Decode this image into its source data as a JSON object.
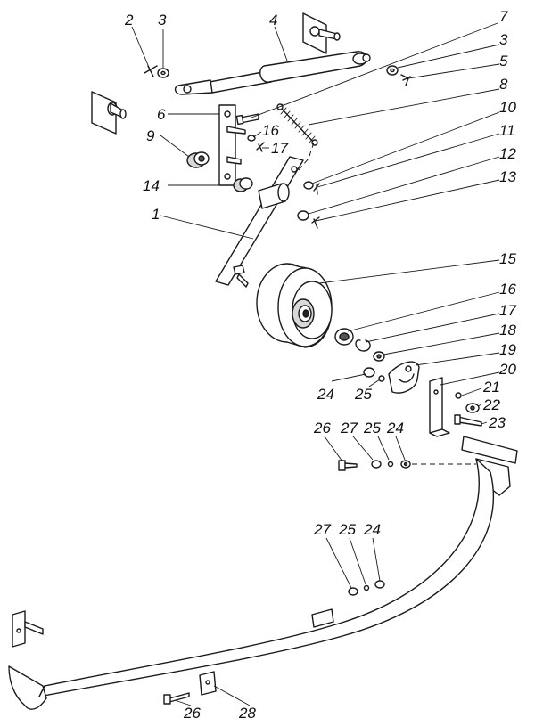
{
  "callouts": [
    {
      "id": "c1",
      "text": "2"
    },
    {
      "id": "c2",
      "text": "3"
    },
    {
      "id": "c3",
      "text": "4"
    },
    {
      "id": "c4",
      "text": "7"
    },
    {
      "id": "c5",
      "text": "3"
    },
    {
      "id": "c6",
      "text": "5"
    },
    {
      "id": "c7",
      "text": "8"
    },
    {
      "id": "c8",
      "text": "6"
    },
    {
      "id": "c9",
      "text": "16"
    },
    {
      "id": "c10",
      "text": "10"
    },
    {
      "id": "c11",
      "text": "9"
    },
    {
      "id": "c12",
      "text": "17"
    },
    {
      "id": "c13",
      "text": "11"
    },
    {
      "id": "c14",
      "text": "12"
    },
    {
      "id": "c15",
      "text": "14"
    },
    {
      "id": "c16",
      "text": "13"
    },
    {
      "id": "c17",
      "text": "1"
    },
    {
      "id": "c18",
      "text": "15"
    },
    {
      "id": "c19",
      "text": "16"
    },
    {
      "id": "c20",
      "text": "17"
    },
    {
      "id": "c21",
      "text": "18"
    },
    {
      "id": "c22",
      "text": "19"
    },
    {
      "id": "c23",
      "text": "20"
    },
    {
      "id": "c24",
      "text": "24"
    },
    {
      "id": "c25",
      "text": "25"
    },
    {
      "id": "c26",
      "text": "21"
    },
    {
      "id": "c27",
      "text": "22"
    },
    {
      "id": "c28",
      "text": "23"
    },
    {
      "id": "c29",
      "text": "26"
    },
    {
      "id": "c30",
      "text": "27"
    },
    {
      "id": "c31",
      "text": "25"
    },
    {
      "id": "c32",
      "text": "24"
    },
    {
      "id": "c33",
      "text": "27"
    },
    {
      "id": "c34",
      "text": "25"
    },
    {
      "id": "c35",
      "text": "24"
    },
    {
      "id": "c36",
      "text": "26"
    },
    {
      "id": "c37",
      "text": "28"
    }
  ]
}
